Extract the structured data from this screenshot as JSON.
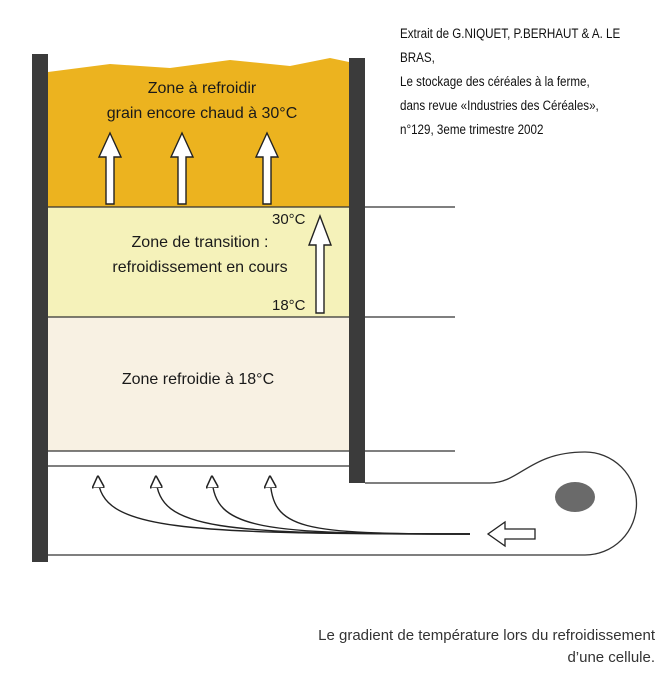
{
  "citation": {
    "line1": "Extrait de G.NIQUET, P.BERHAUT & A. LE",
    "line2": "BRAS,",
    "line3": " Le stockage des céréales à la ferme,",
    "line4": " dans revue «Industries des Céréales»,",
    "line5": "n°129, 3eme trimestre 2002"
  },
  "zones": {
    "hot": {
      "line1": "Zone à refroidir",
      "line2": "grain encore chaud à 30°C",
      "color": "#ecb31f"
    },
    "transition": {
      "line1": "Zone de transition :",
      "line2": "refroidissement en cours",
      "temp_top": "30°C",
      "temp_bottom": "18°C",
      "color": "#f5f2ba"
    },
    "cooled": {
      "line1": "Zone refroidie à 18°C",
      "color": "#f8f1e3"
    }
  },
  "caption": {
    "line1": "Le gradient de température lors du refroidissement",
    "line2": "d’une cellule."
  },
  "colors": {
    "wall": "#3b3b3b",
    "line": "#333333"
  }
}
